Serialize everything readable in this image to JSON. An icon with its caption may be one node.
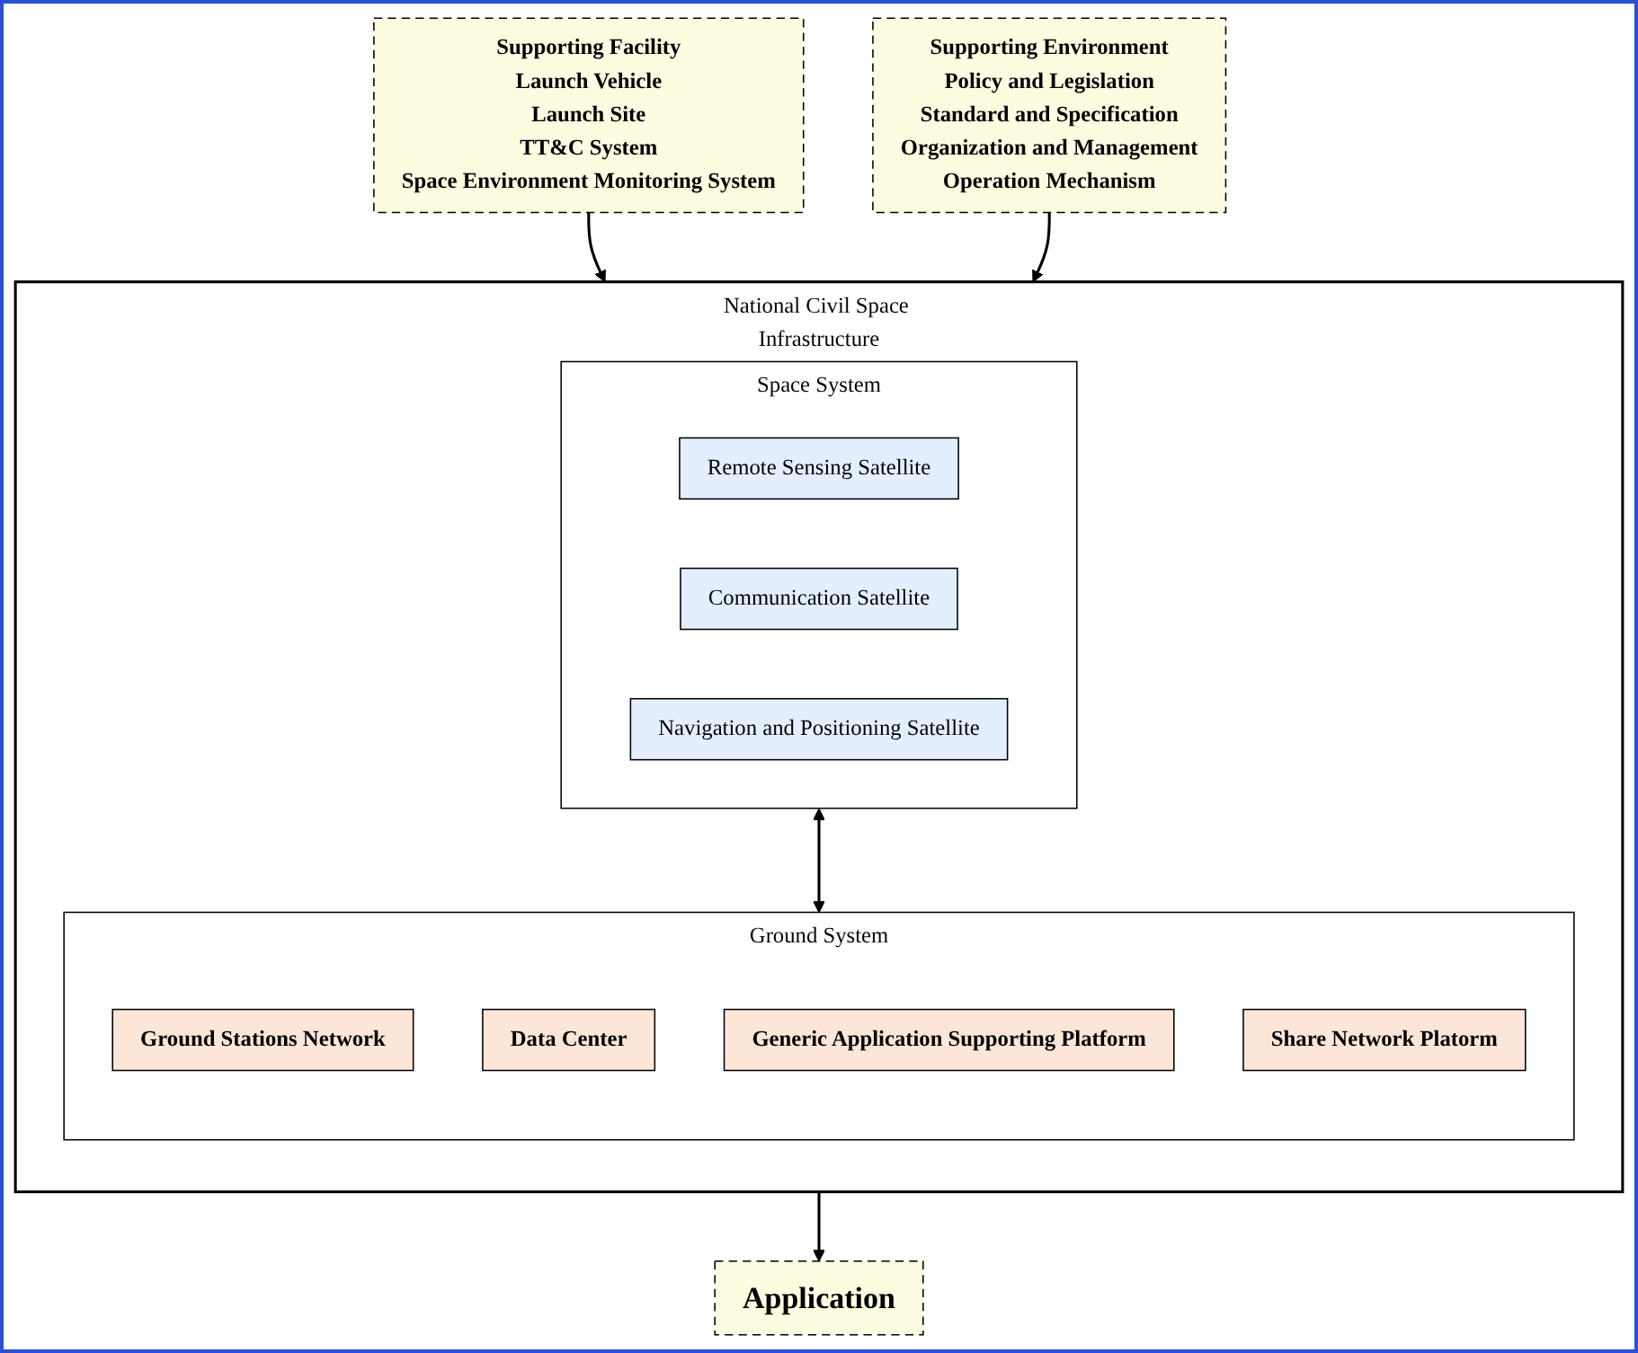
{
  "diagram": {
    "nodes": [
      {
        "text": [
          "Supporting Facility",
          "Launch Vehicle",
          "Launch Site",
          "TT&C System",
          "Space Environment Monitoring System"
        ]
      },
      {
        "text": [
          "National Civil Space Infrastructure"
        ]
      },
      {
        "text": [
          "Space System"
        ],
        "in": 1
      },
      {
        "text": [
          "Remote Sensing Satellite"
        ],
        "in": 2
      },
      {
        "text": [
          "Communication Satellite"
        ],
        "in": 2
      },
      {
        "text": [
          "Navigation and Positioning Satellite"
        ],
        "in": 2
      },
      {
        "text": [
          "Ground System"
        ],
        "in": 1
      },
      {
        "text": [
          "Ground Stations Network"
        ],
        "in": 6
      },
      {
        "text": [
          "Data Center"
        ],
        "in": 6
      },
      {
        "text": [
          "Generic Application Supporting Platform"
        ],
        "in": 6
      },
      {
        "text": [
          "Share Network Platorm"
        ],
        "in": 6
      },
      {
        "text": [
          "Supporting Environment",
          "Policy and Legislation",
          "Standard and Specification",
          "Organization and Management",
          "Operation Mechanism"
        ]
      },
      {
        "text": [
          "Application"
        ]
      }
    ],
    "edges": [
      {
        "from": 0,
        "to": 1,
        "arrow": "to"
      },
      {
        "from": 2,
        "to": 6,
        "arrow": "both"
      },
      {
        "from": 11,
        "to": 1,
        "arrow": "to"
      },
      {
        "from": 1,
        "to": 12,
        "arrow": "to"
      }
    ]
  }
}
